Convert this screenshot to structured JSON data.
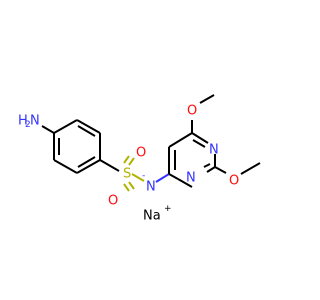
{
  "molecule": {
    "atoms": {
      "amine_n": "N",
      "amine_h": "H",
      "amine_h_count": "2",
      "sulfur": "S",
      "sulfonyl_o_top": "O",
      "sulfonyl_o_bottom": "O",
      "amide_n": "N",
      "amide_charge": "-",
      "ring_n_top": "N",
      "ring_n_bottom": "N",
      "methoxy_o_top": "O",
      "methoxy_o_right": "O",
      "sodium": "Na",
      "sodium_charge": "+"
    },
    "colors": {
      "carbon_bond": "#000000",
      "nitrogen": "#3333ff",
      "oxygen": "#ff0d0d",
      "sulfur": "#b2b200",
      "sodium": "#000000",
      "background": "#ffffff"
    }
  }
}
